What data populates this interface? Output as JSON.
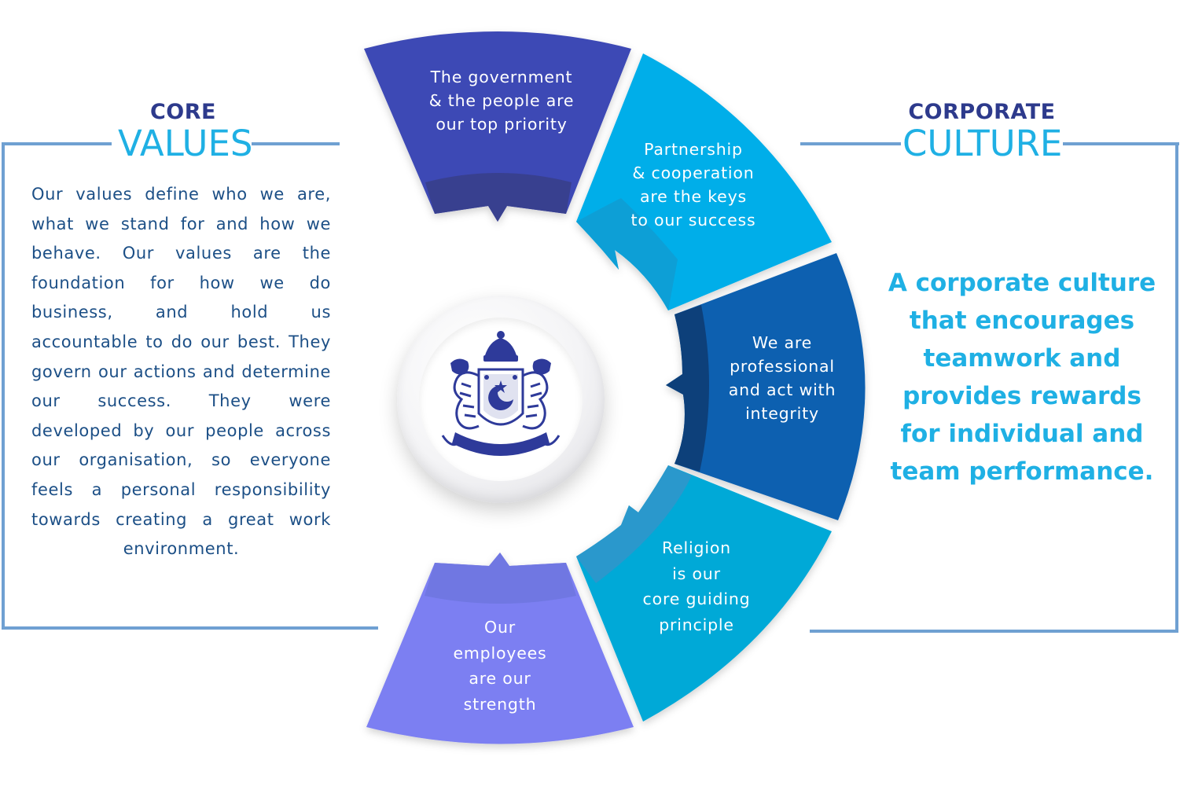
{
  "core_values": {
    "heading_small": "CORE",
    "heading_large": "VALUES",
    "body": "Our values define who we are, what we stand for and how we behave. Our values are the foundation for how we do business, and hold us accountable to do our best. They govern our actions and determine our success. They were developed by our people across our organisation, so everyone feels a personal responsibility towards creating a great work environment."
  },
  "corporate_culture": {
    "heading_small": "CORPORATE",
    "heading_large": "CULTURE",
    "body": "A corporate culture that encourages teamwork and provides rewards for individual and team performance."
  },
  "segments": [
    {
      "text": "The government\n& the people are\nour top priority",
      "color": "#3d48b5",
      "band_color": "#393f8f"
    },
    {
      "text": "Partnership\n& cooperation\nare the keys\nto our success",
      "color": "#06aee9",
      "band_color": "#099fd6"
    },
    {
      "text": "We are\nprofessional\nand act with\nintegrity",
      "color": "#0d60b0",
      "band_color": "#0a3f7a"
    },
    {
      "text": "Religion\nis our\ncore guiding\nprinciple",
      "color": "#00a9d7",
      "band_color": "#2a98cc"
    },
    {
      "text": "Our\nemployees\nare our\nstrength",
      "color": "#7b7ff2",
      "band_color": "#7077e2"
    }
  ],
  "emblem": {
    "icon": "state-crest-icon",
    "color": "#2e3a9a"
  }
}
